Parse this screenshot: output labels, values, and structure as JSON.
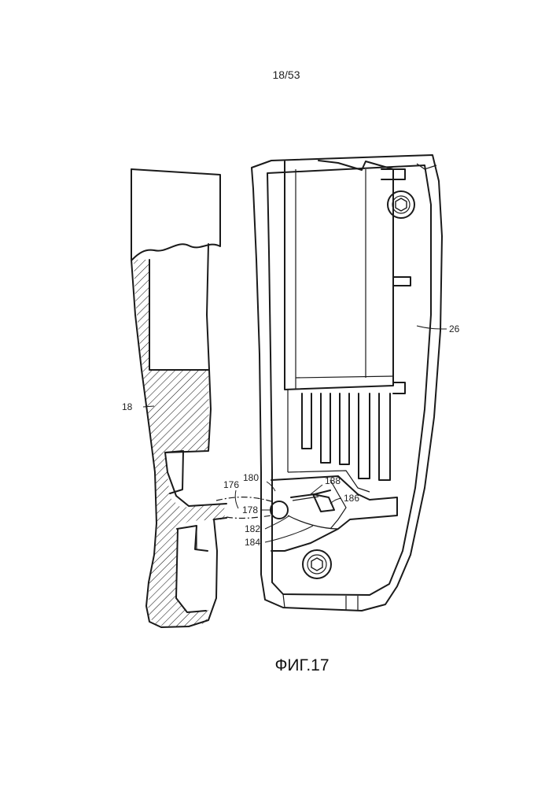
{
  "page_number": "18/53",
  "figure_caption": "ФИГ.17",
  "reference_numerals": {
    "r18": "18",
    "r26": "26",
    "r176": "176",
    "r178": "178",
    "r180": "180",
    "r182": "182",
    "r184": "184",
    "r186": "186",
    "r188": "188"
  }
}
